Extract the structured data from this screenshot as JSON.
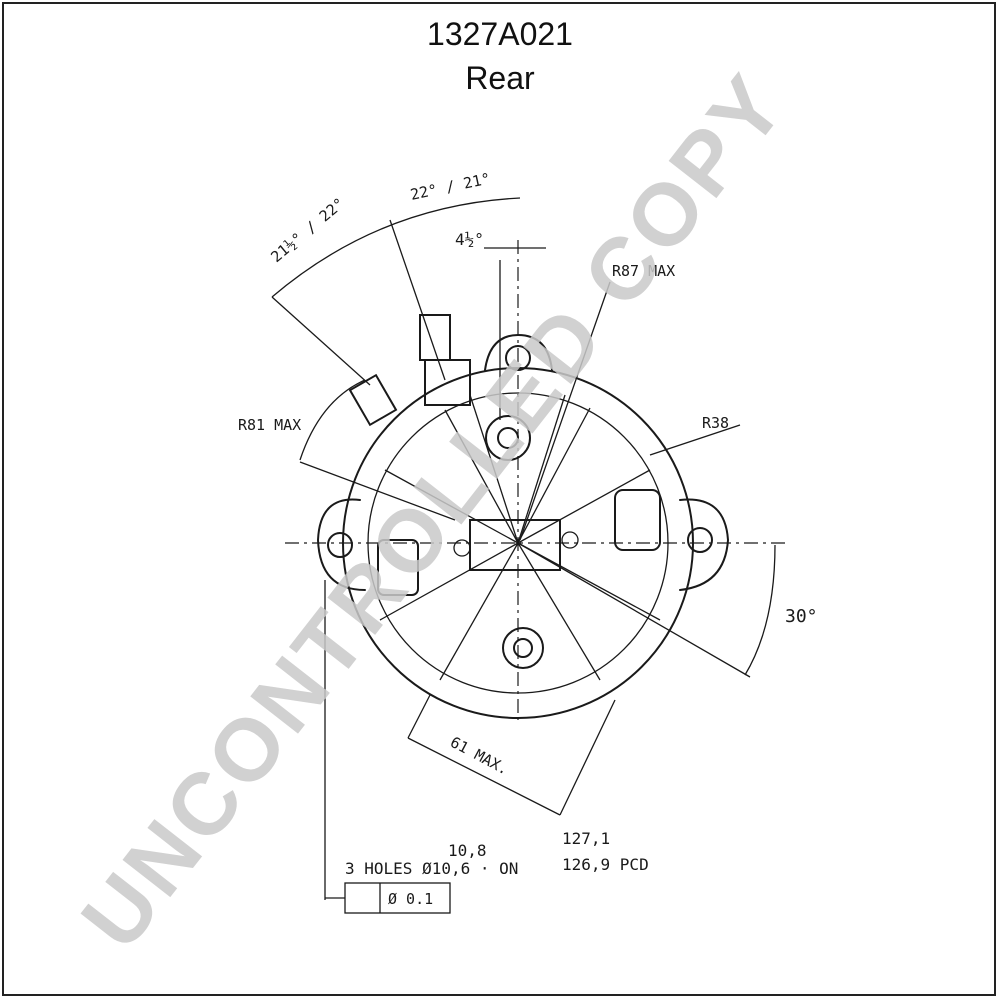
{
  "header": {
    "part_number": "1327A021",
    "view": "Rear"
  },
  "dimensions": {
    "angle_terminal": "22° / 21°",
    "angle_terminal_left": "21½° / 22°",
    "offset_angle": "4½°",
    "radius_max_right": "R87 MAX",
    "radius_max_left": "R81 MAX",
    "radius_body": "R38",
    "mount_angle": "30°",
    "length_max": "61 MAX.",
    "hole_tol_upper": "10,8",
    "pcd_upper": "127,1",
    "holes_spec": "3 HOLES Ø10,6 · ON",
    "pcd_lower": "126,9 PCD",
    "position_tolerance": "Ø 0.1"
  },
  "watermark": {
    "text": "UNCONTROLLED COPY",
    "color": "#c9c9c9"
  }
}
